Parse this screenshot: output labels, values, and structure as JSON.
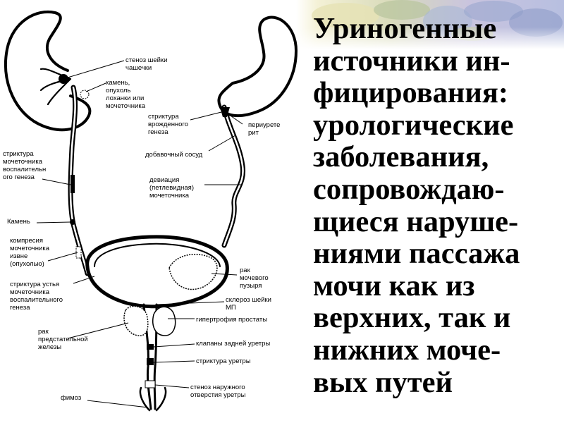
{
  "title": {
    "lines": "Уриногенные\nисточники ин-\nфицирования:\nурологические\nзаболевания,\nсопровождаю-\nщиеся  наруше-\nниями пассажа\nмочи как из\nверхних, так и\nнижних моче-\nвых путей"
  },
  "labels": {
    "calyx_stenosis": "стеноз шейки\nчашечки",
    "pelvis_stone": "камень,\nопухоль\nлоханки или\nмочеточника",
    "congenital_stricture": "стриктура\nврожденного\nгенеза",
    "periureteritis": "периурете\nрит",
    "accessory_vessel": "добавочный сосуд",
    "ureter_deviation": "девиация\n(петлевидная)\nмочеточника",
    "inflammatory_stricture": "стриктура\nмочеточника\nвоспалительн\nого генеза",
    "stone": "Камень",
    "external_compression": "компресия\nмочеточника\nизвне\n(опухолью)",
    "orifice_stricture": "стриктура устья\nмочеточника\nвоспалительного\nгенеза",
    "bladder_cancer": "рак\nмочевого\nпузыря",
    "bladder_neck_sclerosis": "склероз шейки\nМП",
    "prostate_hypertrophy": "гипертрофия простаты",
    "prostate_cancer": "рак\nпредстательной\nжелезы",
    "urethral_valves": "клапаны задней уретры",
    "urethral_stricture": "стриктура уретры",
    "meatal_stenosis": "стеноз наружного\nотверстия уретры",
    "phimosis": "фимоз"
  }
}
